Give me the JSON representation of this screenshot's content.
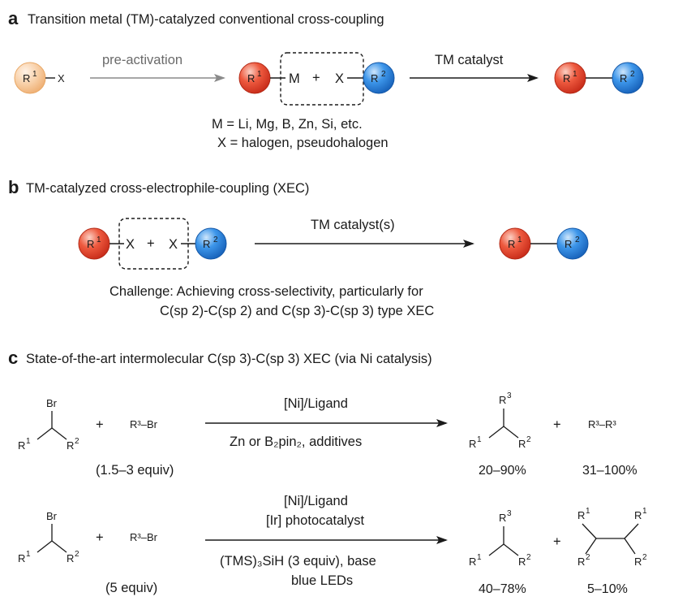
{
  "panel_a": {
    "letter": "a",
    "title": "Transition metal (TM)-catalyzed conventional cross-coupling",
    "start_label": "R",
    "start_sup": "1",
    "x_label": "X",
    "arrow1_label": "pre-activation",
    "metal": "M",
    "plus": "+",
    "r2_label": "R",
    "r2_sup": "2",
    "arrow2_label": "TM catalyst",
    "note_line1": "M = Li, Mg, B, Zn, Si, etc.",
    "note_line2": "X = halogen, pseudohalogen"
  },
  "panel_b": {
    "letter": "b",
    "title": "TM-catalyzed cross-electrophile-coupling (XEC)",
    "arrow_label": "TM catalyst(s)",
    "challenge_line1": "Challenge: Achieving cross-selectivity, particularly for",
    "challenge_line2": "C(sp 2)-C(sp 2) and C(sp 3)-C(sp 3) type XEC"
  },
  "panel_c": {
    "letter": "c",
    "title": "State-of-the-art intermolecular C(sp 3)-C(sp 3) XEC (via Ni catalysis)",
    "br": "Br",
    "r3br": "R³–Br",
    "row1": {
      "equiv": "(1.5–3 equiv)",
      "arrow_top": "[Ni]/Ligand",
      "arrow_bottom": "Zn or B₂pin₂, additives",
      "side_product": "R³–R³",
      "yield_main": "20–90%",
      "yield_side": "31–100%"
    },
    "row2": {
      "equiv": "(5 equiv)",
      "arrow_top1": "[Ni]/Ligand",
      "arrow_top2": "[Ir] photocatalyst",
      "arrow_bottom1": "(TMS)₃SiH (3 equiv), base",
      "arrow_bottom2": "blue LEDs",
      "yield_main": "40–78%",
      "yield_side": "5–10%"
    }
  },
  "colors": {
    "r1_orange_light": "#f6c79a",
    "r1_red": "#e8402a",
    "r2_blue": "#2b86e0",
    "arrow_gray": "#8a8a8a",
    "text": "#1a1a1a"
  }
}
